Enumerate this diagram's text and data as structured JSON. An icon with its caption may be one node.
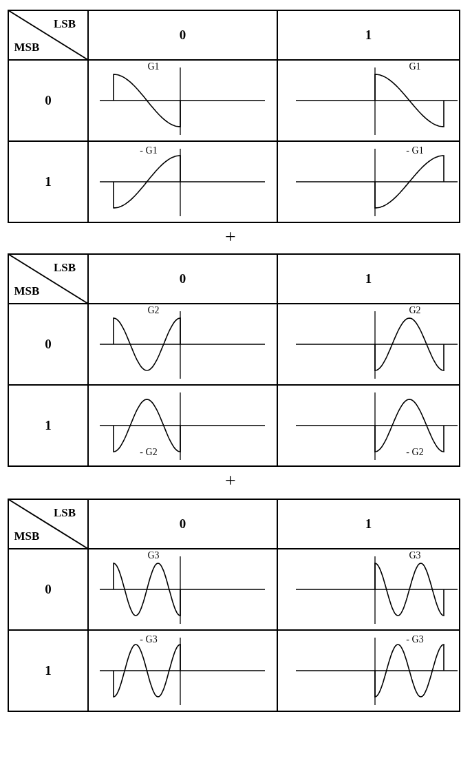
{
  "diagram": {
    "labels": [
      "LSB",
      "MSB",
      "0",
      "1",
      "0",
      "G1",
      "G1",
      "1",
      "- G1",
      "- G1",
      "+",
      "LSB",
      "MSB",
      "0",
      "1",
      "0",
      "G2",
      "G2",
      "1",
      "- G2",
      "- G2",
      "+",
      "LSB",
      "MSB",
      "0",
      "1",
      "0",
      "G3",
      "G3",
      "1",
      "- G3",
      "- G3"
    ]
  }
}
